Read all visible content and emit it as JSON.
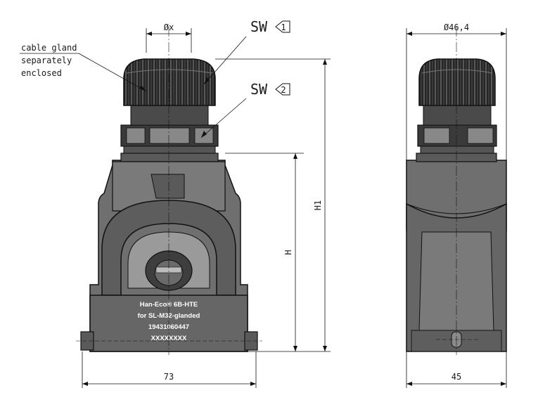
{
  "front_view": {
    "dim_x": "Øx",
    "sw1_label": "SW",
    "sw1_marker": "1",
    "sw2_label": "SW",
    "sw2_marker": "2",
    "dim_H": "H",
    "dim_H1": "H1",
    "dim_width": "73",
    "note": [
      "cable gland",
      "separately",
      "enclosed"
    ],
    "plate": {
      "line1": "Han-Eco® 6B-HTE",
      "line2": "for SL-M32-glanded",
      "line3": "19431060447",
      "line4": "XXXXXXXX"
    }
  },
  "side_view": {
    "dim_diameter": "Ø46,4",
    "dim_width": "45"
  },
  "colors": {
    "housing": "#6e6e6e",
    "housing_dark": "#4a4a4a",
    "gland": "#2b2b2b",
    "line": "#111111"
  }
}
